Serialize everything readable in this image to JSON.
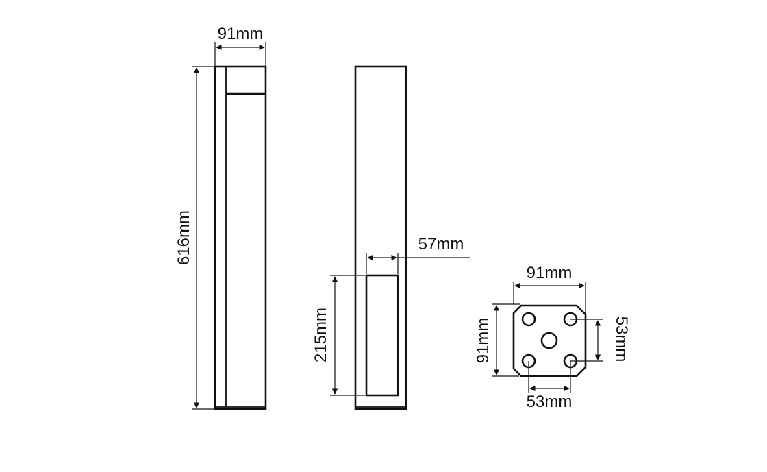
{
  "dimensions": {
    "side_width": "91mm",
    "total_height": "616mm",
    "window_width": "57mm",
    "window_height": "215mm",
    "base_width": "91mm",
    "base_depth": "91mm",
    "hole_spacing_vertical": "53mm",
    "hole_spacing_horizontal": "53mm"
  },
  "colors": {
    "line": "#111111",
    "background": "#ffffff"
  }
}
